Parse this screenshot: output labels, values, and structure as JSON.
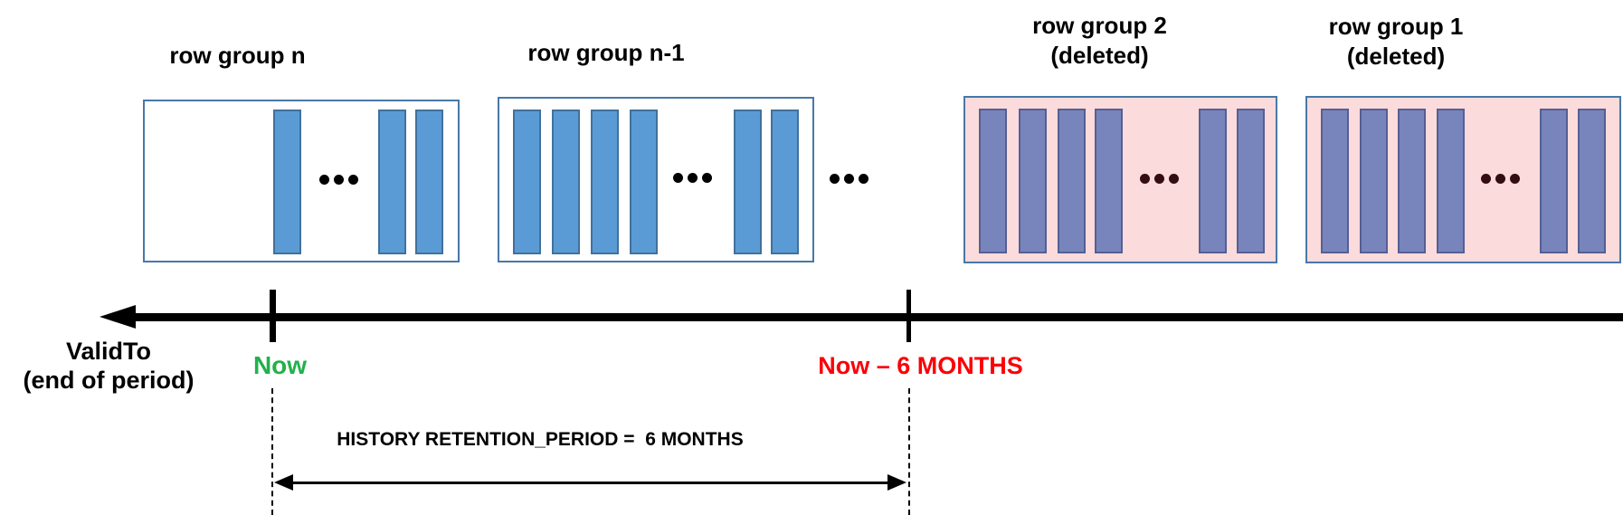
{
  "diagram": {
    "groups": [
      {
        "label": "row group n",
        "sublabel": "",
        "state": "current"
      },
      {
        "label": "row group n-1",
        "sublabel": "",
        "state": "current"
      },
      {
        "label": "row group 2",
        "sublabel": "(deleted)",
        "state": "deleted"
      },
      {
        "label": "row group 1",
        "sublabel": "(deleted)",
        "state": "deleted"
      }
    ],
    "ellipsis": "...",
    "timeline": {
      "axis_label_line1": "ValidTo",
      "axis_label_line2": "(end of period)",
      "now_label": "Now",
      "cutoff_label": "Now – 6 MONTHS",
      "retention_label": "HISTORY RETENTION_PERIOD =  6 MONTHS"
    },
    "colors": {
      "bar_fill": "#5b9bd5",
      "bar_border": "#41719c",
      "deleted_bar_fill": "#7885bc",
      "deleted_bar_border": "#555f94",
      "deleted_box_fill": "#fbdbdb",
      "box_border": "#4878a8",
      "now_green": "#22b14c",
      "cutoff_red": "#fb0007",
      "deleted_ellipsis": "#330d12",
      "axis_black": "#000000"
    }
  }
}
